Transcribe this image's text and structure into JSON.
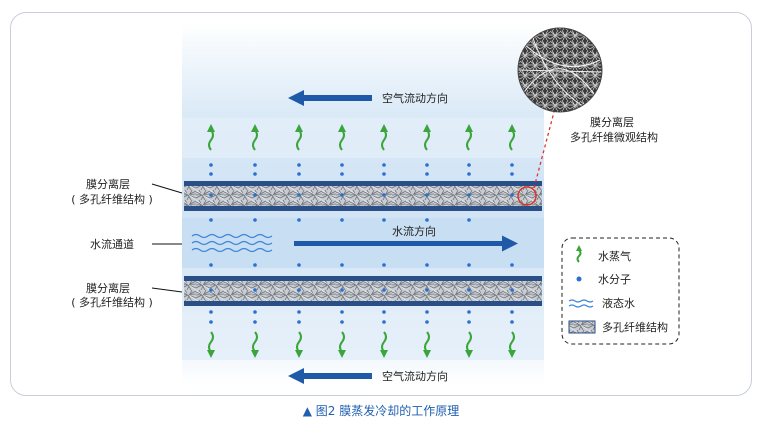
{
  "diagram": {
    "top_airflow_label": "空气流动方向",
    "bottom_airflow_label": "空气流动方向",
    "water_flow_label": "水流方向",
    "left_labels": {
      "membrane_top_line1": "膜分离层",
      "membrane_top_line2": "( 多孔纤维结构 )",
      "channel": "水流通道",
      "membrane_bottom_line1": "膜分离层",
      "membrane_bottom_line2": "( 多孔纤维结构 )"
    },
    "micro_label_line1": "膜分离层",
    "micro_label_line2": "多孔纤维微观结构",
    "legend": {
      "vapor": "水蒸气",
      "molecule": "水分子",
      "liquid": "液态水",
      "porous": "多孔纤维结构"
    },
    "caption_marker": "▲",
    "caption": "图2  膜蒸发冷却的工作原理",
    "colors": {
      "arrow_blue": "#1e5aa8",
      "vapor_green": "#3aa53a",
      "molecule_blue": "#2a6fd1",
      "band_blue": "#dcebf8",
      "caption_blue": "#1f5fb0"
    }
  }
}
